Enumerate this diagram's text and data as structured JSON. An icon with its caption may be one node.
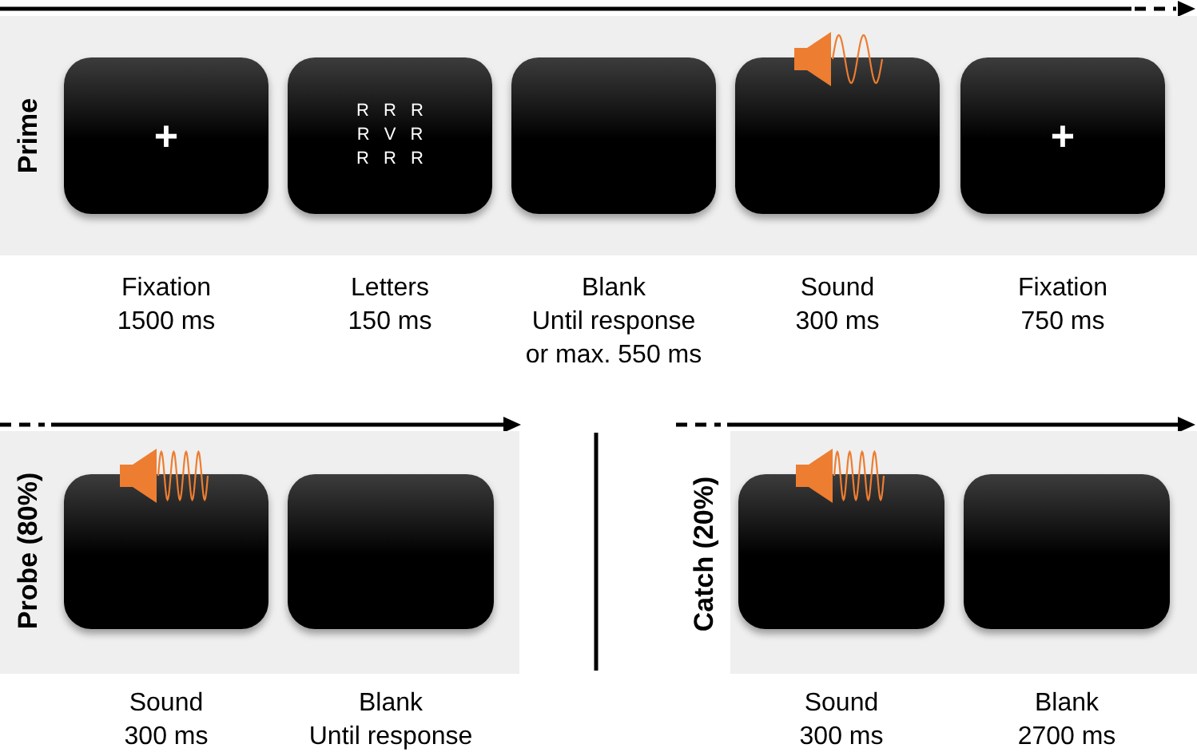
{
  "diagram": {
    "nodes": [
      {
        "text": [
          "Prime"
        ]
      },
      {
        "text": [
          "+"
        ],
        "in": 0,
        "beside": [
          "Fixation",
          "1500 ms"
        ]
      },
      {
        "text": [
          "R R R R V R R R R"
        ],
        "in": 0,
        "beside": [
          "Letters",
          "150 ms"
        ]
      },
      {
        "text": [],
        "shape": "box",
        "in": 0,
        "beside": [
          "Blank",
          "Until response or max. 550 ms"
        ]
      },
      {
        "text": [],
        "shape": "box",
        "in": 0,
        "beside": [
          "Sound",
          "300 ms"
        ]
      },
      {
        "text": [
          "+"
        ],
        "in": 0,
        "beside": [
          "Fixation",
          "750 ms"
        ]
      },
      {
        "text": [
          "Probe (80%)"
        ]
      },
      {
        "text": [],
        "shape": "box",
        "in": 6,
        "beside": [
          "Sound",
          "300 ms"
        ]
      },
      {
        "text": [],
        "shape": "box",
        "in": 6,
        "beside": [
          "Blank",
          "Until response"
        ]
      },
      {
        "text": [
          "Catch (20%)"
        ]
      },
      {
        "text": [],
        "shape": "box",
        "in": 9,
        "beside": [
          "Sound",
          "300 ms"
        ]
      },
      {
        "text": [],
        "shape": "box",
        "in": 9,
        "beside": [
          "Blank",
          "2700 ms"
        ]
      }
    ]
  }
}
